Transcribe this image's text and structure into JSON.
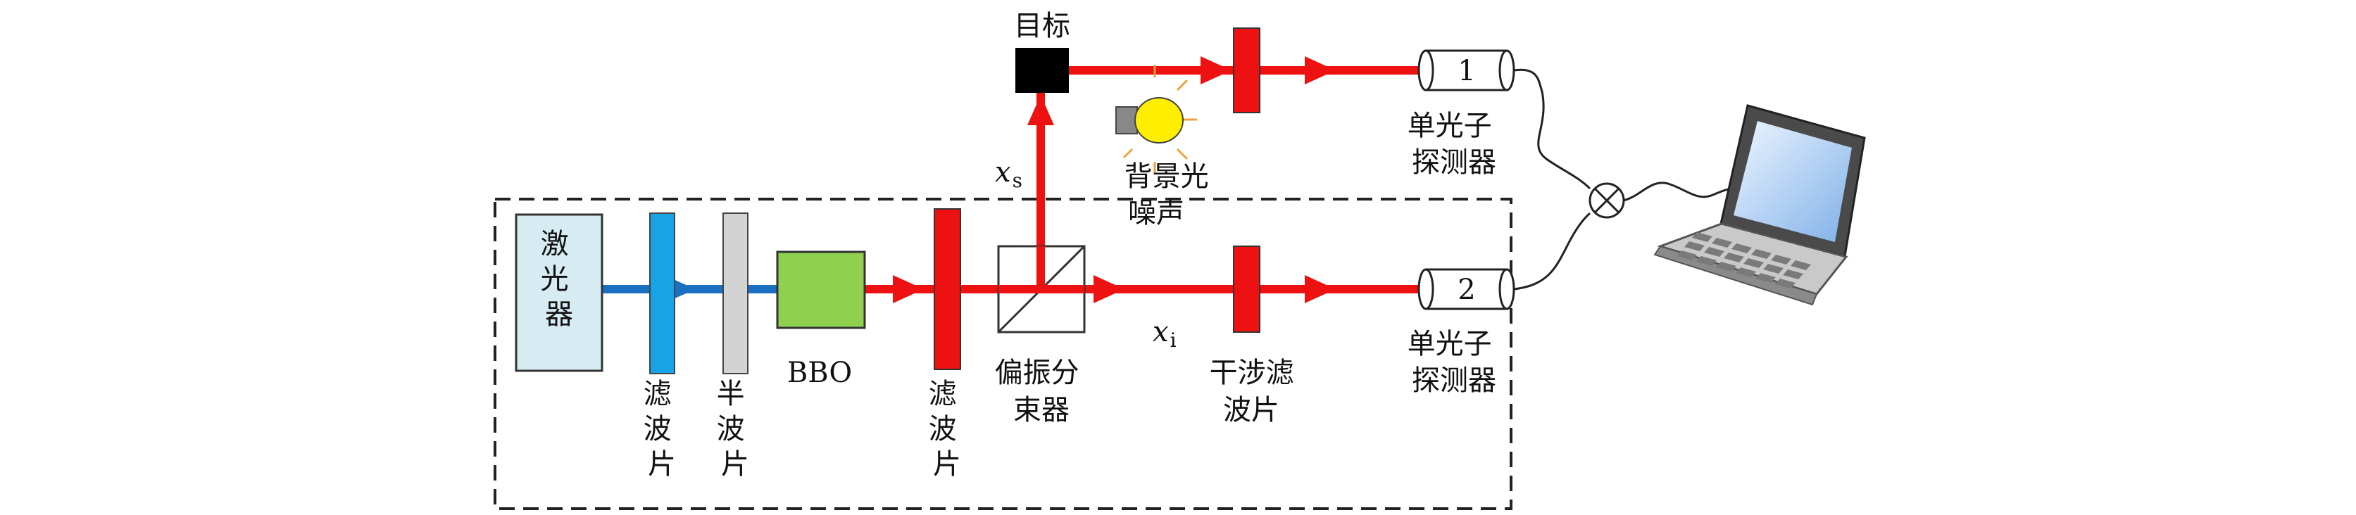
{
  "labels": {
    "laser": "激光器",
    "filter_blue": "滤波片",
    "half_wave": "半波片",
    "bbo": "BBO",
    "filter_red": "滤波片",
    "pbs": "偏振分束器",
    "interference_filter": "干涉滤波片",
    "target": "目标",
    "background_noise": "背景光噪声",
    "xs": "x",
    "xs_sub": "s",
    "xi": "x",
    "xi_sub": "i",
    "detector1_num": "1",
    "detector2_num": "2",
    "detector1_label": "单光子探测器",
    "detector2_label": "单光子探测器"
  },
  "colors": {
    "red_beam": "#ee1111",
    "blue_beam": "#1a6fc0",
    "laser_box": "#d6ecf2",
    "blue_filter": "#17a3e6",
    "grey_waveplate": "#d3d3d3",
    "bbo_crystal": "#8fd14f",
    "red_filter": "#ee1111",
    "target": "#000000",
    "lamp": "#ffee00"
  },
  "icons": [
    "laptop-icon",
    "lamp-icon",
    "multiplier-icon"
  ]
}
